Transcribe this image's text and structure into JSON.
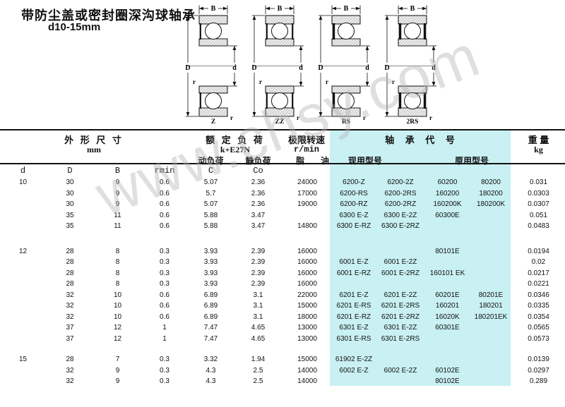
{
  "page": {
    "title": "带防尘盖或密封圈深沟球轴承",
    "subtitle": "d10-15mm",
    "watermark": "www.chsy.com"
  },
  "colors": {
    "highlight_bg": "#c9f0f3",
    "line": "#111111",
    "watermark_gray": "#bdbdbd"
  },
  "diagrams": {
    "dim_width": "B",
    "dim_outer": "D",
    "dim_bore": "d",
    "dim_radius": "r",
    "variants": [
      {
        "label": "Z",
        "left_closure": true,
        "right_closure": false,
        "thick": false
      },
      {
        "label": "ZZ",
        "left_closure": true,
        "right_closure": true,
        "thick": false
      },
      {
        "label": "RS",
        "left_closure": true,
        "right_closure": false,
        "thick": true
      },
      {
        "label": "2RS",
        "left_closure": true,
        "right_closure": true,
        "thick": true
      }
    ]
  },
  "table": {
    "headers": {
      "dims_group": "外 形 尺 寸",
      "dims_unit": "mm",
      "load_group": "额 定 负 荷",
      "load_unit": "k+E27N",
      "dynamic": "动负荷",
      "static": "静负荷",
      "speed_group": "极限转速",
      "speed_unit": "r/min",
      "grease": "脂",
      "oil": "油",
      "code_group": "轴 承 代 号",
      "current_model": "现用型号",
      "original_model": "原用型号",
      "weight_group": "重 量",
      "weight_unit": "kg",
      "sub": [
        "d",
        "D",
        "B",
        "rmin",
        "C",
        "Co"
      ]
    },
    "groups": [
      {
        "d": "10",
        "rows": [
          {
            "D": "30",
            "B": "9",
            "r": "0.6",
            "C": "5.07",
            "Co": "2.36",
            "speed": "24000",
            "cur1": "6200-Z",
            "cur2": "6200-2Z",
            "orig1": "60200",
            "orig2": "80200",
            "wt": "0.031"
          },
          {
            "D": "30",
            "B": "9",
            "r": "0.6",
            "C": "5.7",
            "Co": "2.36",
            "speed": "17000",
            "cur1": "6200-RS",
            "cur2": "6200-2RS",
            "orig1": "160200",
            "orig2": "180200",
            "wt": "0.0303"
          },
          {
            "D": "30",
            "B": "9",
            "r": "0.6",
            "C": "5.07",
            "Co": "2.36",
            "speed": "19000",
            "cur1": "6200-RZ",
            "cur2": "6200-2RZ",
            "orig1": "160200K",
            "orig2": "180200K",
            "wt": "0.0307"
          },
          {
            "D": "35",
            "B": "11",
            "r": "0.6",
            "C": "5.88",
            "Co": "3.47",
            "speed": "",
            "cur1": "6300 E-Z",
            "cur2": "6300 E-2Z",
            "orig1": "60300E",
            "orig2": "",
            "wt": "0.051"
          },
          {
            "D": "35",
            "B": "11",
            "r": "0.6",
            "C": "5.88",
            "Co": "3.47",
            "speed": "14800",
            "cur1": "6300 E-RZ",
            "cur2": "6300 E-2RZ",
            "orig1": "",
            "orig2": "",
            "wt": "0.0483"
          }
        ]
      },
      {
        "d": "12",
        "rows": [
          {
            "D": "28",
            "B": "8",
            "r": "0.3",
            "C": "3.93",
            "Co": "2.39",
            "speed": "16000",
            "cur1": "",
            "cur2": "",
            "orig1": "80101E",
            "orig2": "",
            "wt": "0.0194"
          },
          {
            "D": "28",
            "B": "8",
            "r": "0.3",
            "C": "3.93",
            "Co": "2.39",
            "speed": "16000",
            "cur1": "6001 E-Z",
            "cur2": "6001 E-2Z",
            "orig1": "",
            "orig2": "",
            "wt": "0.02"
          },
          {
            "D": "28",
            "B": "8",
            "r": "0.3",
            "C": "3.93",
            "Co": "2.39",
            "speed": "16000",
            "cur1": "6001 E-RZ",
            "cur2": "6001 E-2RZ",
            "orig1": "160101 EK",
            "orig2": "",
            "wt": "0.0217"
          },
          {
            "D": "28",
            "B": "8",
            "r": "0.3",
            "C": "3.93",
            "Co": "2.39",
            "speed": "16000",
            "cur1": "",
            "cur2": "",
            "orig1": "",
            "orig2": "",
            "wt": "0.0221"
          },
          {
            "D": "32",
            "B": "10",
            "r": "0.6",
            "C": "6.89",
            "Co": "3.1",
            "speed": "22000",
            "cur1": "6201 E-Z",
            "cur2": "6201 E-2Z",
            "orig1": "60201E",
            "orig2": "80201E",
            "wt": "0.0346"
          },
          {
            "D": "32",
            "B": "10",
            "r": "0.6",
            "C": "6.89",
            "Co": "3.1",
            "speed": "15000",
            "cur1": "6201 E-RS",
            "cur2": "6201 E-2RS",
            "orig1": "160201",
            "orig2": "180201",
            "wt": "0.0335"
          },
          {
            "D": "32",
            "B": "10",
            "r": "0.6",
            "C": "6.89",
            "Co": "3.1",
            "speed": "18000",
            "cur1": "6201 E-RZ",
            "cur2": "6201 E-2RZ",
            "orig1": "16020K",
            "orig2": "180201EK",
            "wt": "0.0354"
          },
          {
            "D": "37",
            "B": "12",
            "r": "1",
            "C": "7.47",
            "Co": "4.65",
            "speed": "13000",
            "cur1": "6301 E-Z",
            "cur2": "6301 E-2Z",
            "orig1": "60301E",
            "orig2": "",
            "wt": "0.0565"
          },
          {
            "D": "37",
            "B": "12",
            "r": "1",
            "C": "7.47",
            "Co": "4.65",
            "speed": "13000",
            "cur1": "6301 E-RS",
            "cur2": "6301 E-2RS",
            "orig1": "",
            "orig2": "",
            "wt": "0.0573"
          }
        ]
      },
      {
        "d": "15",
        "rows": [
          {
            "D": "28",
            "B": "7",
            "r": "0.3",
            "C": "3.32",
            "Co": "1.94",
            "speed": "15000",
            "cur1": "61902 E-2Z",
            "cur2": "",
            "orig1": "",
            "orig2": "",
            "wt": "0.0139"
          },
          {
            "D": "32",
            "B": "9",
            "r": "0.3",
            "C": "4.3",
            "Co": "2.5",
            "speed": "14000",
            "cur1": "6002 E-Z",
            "cur2": "6002 E-2Z",
            "orig1": "60102E",
            "orig2": "",
            "wt": "0.0297"
          },
          {
            "D": "32",
            "B": "9",
            "r": "0.3",
            "C": "4.3",
            "Co": "2.5",
            "speed": "14000",
            "cur1": "",
            "cur2": "",
            "orig1": "80102E",
            "orig2": "",
            "wt": "0.289"
          }
        ]
      }
    ]
  }
}
